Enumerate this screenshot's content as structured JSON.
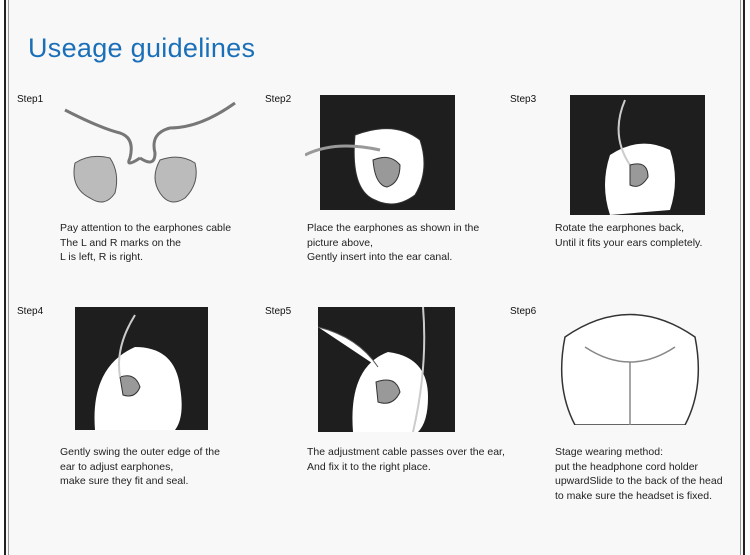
{
  "title": "Useage guidelines",
  "steps": [
    {
      "label": "Step1",
      "lines": [
        "Pay attention to the earphones cable",
        "The L and R marks on the",
        "L is left, R is right."
      ]
    },
    {
      "label": "Step2",
      "lines": [
        "Place the earphones as shown in the",
        "picture above,",
        "Gently insert into the ear canal."
      ]
    },
    {
      "label": "Step3",
      "lines": [
        "Rotate the earphones back,",
        "Until it fits your ears completely."
      ]
    },
    {
      "label": "Step4",
      "lines": [
        "Gently swing the outer edge of the",
        "ear to adjust earphones,",
        "make sure they fit and seal."
      ]
    },
    {
      "label": "Step5",
      "lines": [
        "The adjustment cable passes over the ear,",
        "And fix it to the right place."
      ]
    },
    {
      "label": "Step6",
      "lines": [
        "Stage wearing method:",
        "put the headphone cord holder",
        "upwardSlide to the back of the head",
        "to make sure the headset is fixed."
      ]
    }
  ]
}
